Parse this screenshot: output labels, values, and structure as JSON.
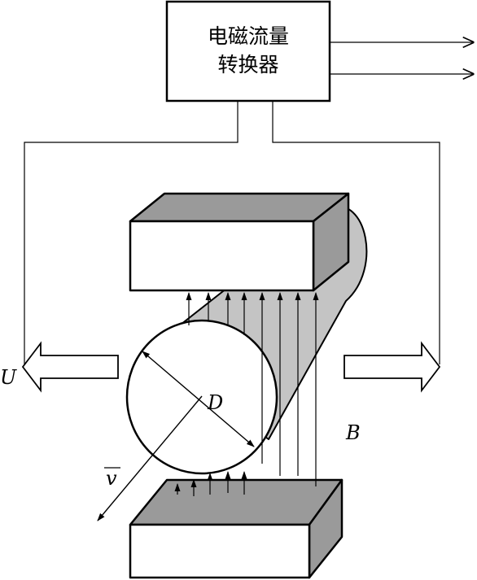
{
  "converter": {
    "line1": "电磁流量",
    "line2": "转换器"
  },
  "labels": {
    "voltage": "U",
    "diameter": "D",
    "field": "B",
    "velocity": "v"
  },
  "colors": {
    "stroke": "#000000",
    "magnet_shade": "#9a9a9a",
    "pipe_shade": "#c4c4c4",
    "background": "#ffffff"
  }
}
